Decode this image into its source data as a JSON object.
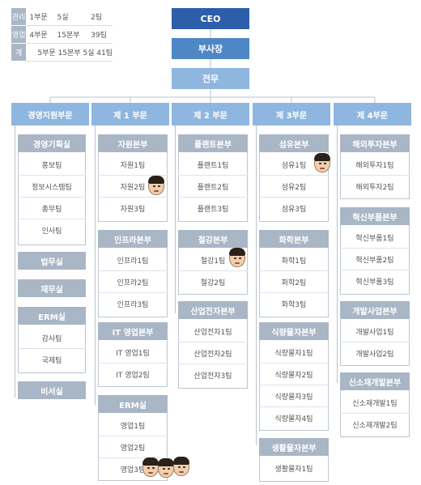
{
  "summary": [
    {
      "head": "관리",
      "c1": "1부문",
      "c2": "5실",
      "c3": "2팀"
    },
    {
      "head": "영업",
      "c1": "4부문",
      "c2": "15본부",
      "c3": "39팀"
    },
    {
      "head": "계",
      "c1": "5부문 15본부 5실 41팀",
      "c2": "",
      "c3": ""
    }
  ],
  "top": {
    "ceo": "CEO",
    "vp": "부사장",
    "exec": "전무"
  },
  "columns": [
    {
      "title": "경영지원부문"
    },
    {
      "title": "제 1 부문"
    },
    {
      "title": "제 2 부문"
    },
    {
      "title": "제 3부문"
    },
    {
      "title": "제 4부문"
    }
  ],
  "groups": [
    {
      "title": "경영기획실",
      "items": [
        "홍보팀",
        "정보시스템팀",
        "총무팀",
        "인사팀"
      ]
    },
    {
      "title": "법무실",
      "items": []
    },
    {
      "title": "재무실",
      "items": []
    },
    {
      "title": "ERM실",
      "items": [
        "감사팀",
        "국제팀"
      ]
    },
    {
      "title": "비서실",
      "items": []
    },
    {
      "title": "자원본부",
      "items": [
        "자원1팀",
        "자원2팀",
        "자원3팀"
      ]
    },
    {
      "title": "인프라본부",
      "items": [
        "인프라1팀",
        "인프라2팀",
        "인프라3팀"
      ]
    },
    {
      "title": "IT 영업본부",
      "items": [
        "IT 영업1팀",
        "IT 영업2팀"
      ]
    },
    {
      "title": "ERM실",
      "items": [
        "영업1팀",
        "영업2팀",
        "영업3팀"
      ]
    },
    {
      "title": "플랜트본부",
      "items": [
        "플랜트1팀",
        "플랜트2팀",
        "플랜트3팀"
      ]
    },
    {
      "title": "철강본부",
      "items": [
        "철강1팀",
        "철강2팀"
      ]
    },
    {
      "title": "산업전자본부",
      "items": [
        "산업전자1팀",
        "산업전자2팀",
        "산업전자3팀"
      ]
    },
    {
      "title": "섬유본부",
      "items": [
        "섬유1팀",
        "섬유2팀",
        "섬유3팀"
      ]
    },
    {
      "title": "화학본부",
      "items": [
        "화학1팀",
        "화학2팀",
        "화학3팀"
      ]
    },
    {
      "title": "식량물자본부",
      "items": [
        "식량물자1팀",
        "식량물자2팀",
        "식량물자3팀",
        "식량물자4팀"
      ]
    },
    {
      "title": "생활물자본부",
      "items": [
        "생활물자1팀"
      ]
    },
    {
      "title": "해외투자본부",
      "items": [
        "해외투자1팀",
        "해외투자2팀"
      ]
    },
    {
      "title": "혁신부품본부",
      "items": [
        "혁신부품1팀",
        "혁신부품2팀",
        "혁신부품3팀"
      ]
    },
    {
      "title": "개발사업본부",
      "items": [
        "개발사업1팀",
        "개발사업2팀"
      ]
    },
    {
      "title": "신소재개발본부",
      "items": [
        "신소재개발1팀",
        "신소재개발2팀"
      ]
    }
  ],
  "colors": {
    "ceo": "#2c5ea9",
    "vp": "#4f86c6",
    "exec": "#8fb6df",
    "column": "#8fb6df",
    "group": "#a9b6c6",
    "line": "#b9c2cc"
  }
}
